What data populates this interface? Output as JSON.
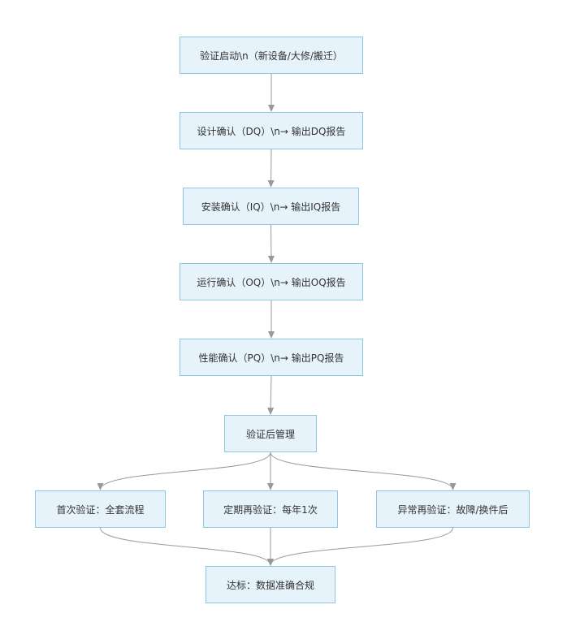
{
  "nodes": {
    "start": "验证启动\\n（新设备/大修/搬迁）",
    "dq": "设计确认（DQ）\\n→ 输出DQ报告",
    "iq": "安装确认（IQ）\\n→ 输出IQ报告",
    "oq": "运行确认（OQ）\\n→ 输出OQ报告",
    "pq": "性能确认（PQ）\\n→ 输出PQ报告",
    "post": "验证后管理",
    "first": "首次验证：全套流程",
    "periodic": "定期再验证：每年1次",
    "abnormal": "异常再验证：故障/换件后",
    "compliance": "达标：数据准确合规"
  },
  "edges": [
    [
      "start",
      "dq"
    ],
    [
      "dq",
      "iq"
    ],
    [
      "iq",
      "oq"
    ],
    [
      "oq",
      "pq"
    ],
    [
      "pq",
      "post"
    ],
    [
      "post",
      "first"
    ],
    [
      "post",
      "periodic"
    ],
    [
      "post",
      "abnormal"
    ],
    [
      "first",
      "compliance"
    ],
    [
      "periodic",
      "compliance"
    ],
    [
      "abnormal",
      "compliance"
    ]
  ],
  "colors": {
    "node_fill": "#e6f3fb",
    "node_border": "#8ec6e3",
    "edge": "#999999",
    "text": "#333333"
  }
}
